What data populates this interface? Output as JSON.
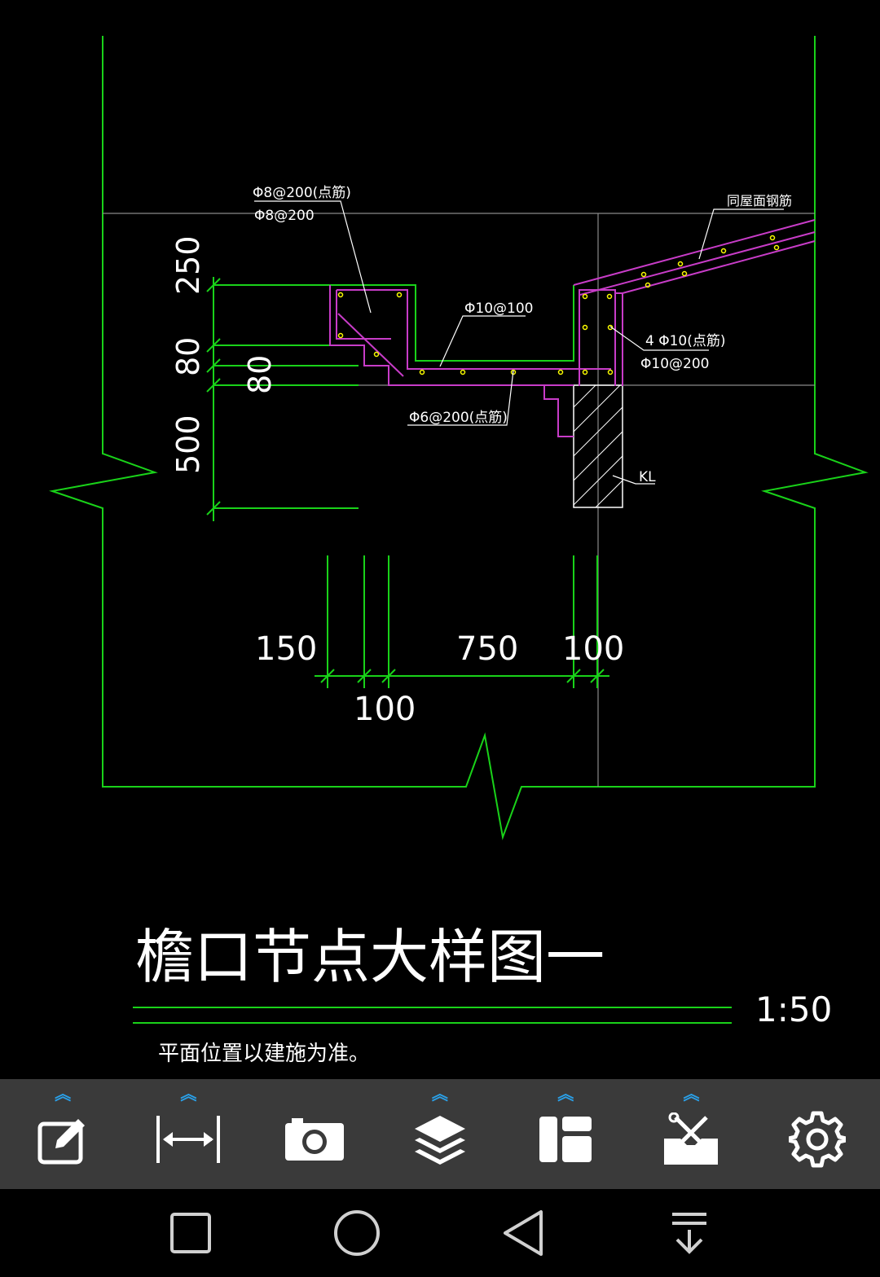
{
  "drawing": {
    "rebar_labels": {
      "top_left_1": "Φ8@200(点筋)",
      "top_left_2": "Φ8@200",
      "slab_top": "Φ10@100",
      "slab_bottom": "Φ6@200(点筋)",
      "roof_rebar": "同屋面钢筋",
      "beam_rebar_1": "4 Φ10(点筋)",
      "beam_rebar_2": "Φ10@200",
      "beam_label": "KL"
    },
    "vertical_dims": [
      "250",
      "80",
      "80",
      "500"
    ],
    "horizontal_dims": [
      "150",
      "750",
      "100",
      "100"
    ],
    "title": "檐口节点大样图一",
    "scale": "1:50",
    "note": "平面位置以建施为准。"
  },
  "colors": {
    "outline": "#19d219",
    "rebar": "#c83cc8",
    "text": "#ffffff",
    "grid": "#8a8a8a",
    "points": "#ffff00",
    "toolbar_bg": "#3a3a3a",
    "chevron": "#2aa0e8"
  },
  "toolbar": [
    {
      "name": "edit-icon",
      "has_chevron": true
    },
    {
      "name": "measure-icon",
      "has_chevron": true
    },
    {
      "name": "camera-icon",
      "has_chevron": false
    },
    {
      "name": "layers-icon",
      "has_chevron": true
    },
    {
      "name": "layout-icon",
      "has_chevron": true
    },
    {
      "name": "toolbox-icon",
      "has_chevron": true
    },
    {
      "name": "gear-icon",
      "has_chevron": false
    }
  ],
  "navbar": [
    "recent-apps-icon",
    "home-icon",
    "back-icon",
    "notification-pull-icon"
  ]
}
